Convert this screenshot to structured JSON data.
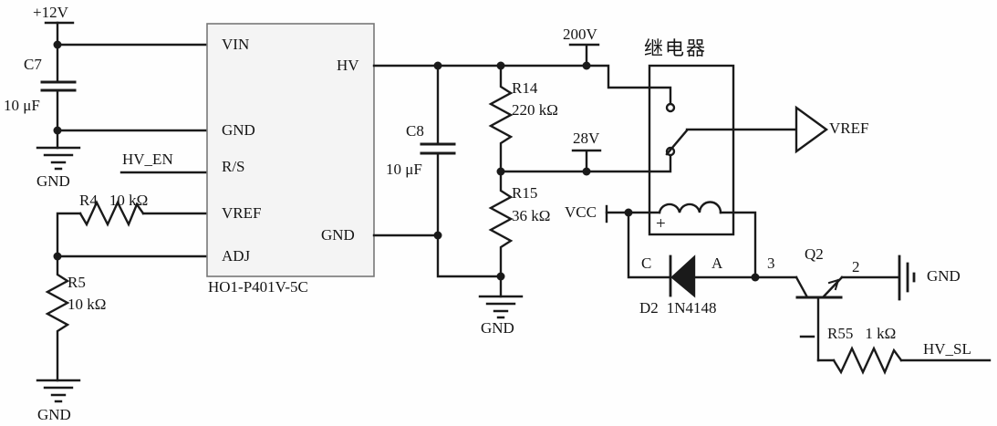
{
  "labels": {
    "p12v": "+12V",
    "gnd": "GND",
    "hv_en": "HV_EN",
    "v200": "200V",
    "v28": "28V",
    "vcc": "VCC",
    "relay_name": "继电器",
    "coil_plus": "+",
    "vref_out": "VREF",
    "hv_sl": "HV_SL"
  },
  "ic": {
    "part": "HO1-P401V-5C",
    "pins": {
      "vin": "VIN",
      "gnd_left": "GND",
      "rs": "R/S",
      "vref": "VREF",
      "adj": "ADJ",
      "hv": "HV",
      "gnd_right": "GND"
    }
  },
  "components": {
    "c7": {
      "ref": "C7",
      "value": "10 μF"
    },
    "c8": {
      "ref": "C8",
      "value": "10 μF"
    },
    "r4": {
      "ref": "R4",
      "value": "10 kΩ"
    },
    "r5": {
      "ref": "R5",
      "value": "10 kΩ"
    },
    "r14": {
      "ref": "R14",
      "value": "220 kΩ"
    },
    "r15": {
      "ref": "R15",
      "value": "36 kΩ"
    },
    "r55": {
      "ref": "R55",
      "value": "1 kΩ"
    },
    "d2": {
      "ref": "D2",
      "part": "1N4148",
      "cathode": "C",
      "anode": "A"
    },
    "q2": {
      "ref": "Q2",
      "pin3": "3",
      "pin2": "2"
    }
  },
  "colors": {
    "wire": "#1a1a1a",
    "ic_fill": "#f4f4f4",
    "ic_border": "#777777"
  }
}
